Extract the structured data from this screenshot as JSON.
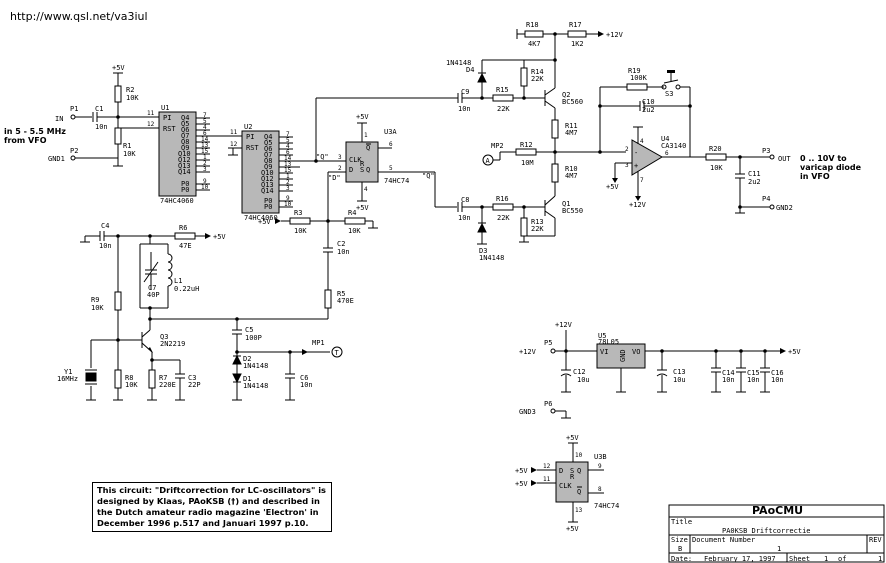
{
  "url": "http://www.qsl.net/va3iul",
  "input_note": [
    "in 5 - 5.5 MHz",
    "from VFO"
  ],
  "output_note": [
    "0 .. 10V to",
    "varicap diode",
    "in VFO"
  ],
  "components": {
    "U1": {
      "ref": "U1",
      "val": "74HC4060"
    },
    "U2": {
      "ref": "U2",
      "val": "74HC4060"
    },
    "U3A": {
      "ref": "U3A",
      "val": "74HC74"
    },
    "U3B": {
      "ref": "U3B",
      "val": "74HC74"
    },
    "U4": {
      "ref": "U4",
      "val": "CA3140"
    },
    "U5": {
      "ref": "U5",
      "val": "78L05"
    },
    "Q1": {
      "ref": "Q1",
      "val": "BC550"
    },
    "Q2": {
      "ref": "Q2",
      "val": "BC560"
    },
    "Q3": {
      "ref": "Q3",
      "val": "2N2219"
    },
    "Y1": {
      "ref": "Y1",
      "val": "16MHz"
    },
    "L1": {
      "ref": "L1",
      "val": "0.22uH"
    },
    "C1": {
      "ref": "C1",
      "val": "10n"
    },
    "C2": {
      "ref": "C2",
      "val": "10n"
    },
    "C3": {
      "ref": "C3",
      "val": "22P"
    },
    "C4": {
      "ref": "C4",
      "val": "10n"
    },
    "C5": {
      "ref": "C5",
      "val": "100P"
    },
    "C6": {
      "ref": "C6",
      "val": "10n"
    },
    "C7": {
      "ref": "C7",
      "val": "40P"
    },
    "C8": {
      "ref": "C8",
      "val": "10n"
    },
    "C9": {
      "ref": "C9",
      "val": "10n"
    },
    "C10": {
      "ref": "C10",
      "val": "2u2"
    },
    "C11": {
      "ref": "C11",
      "val": "2u2"
    },
    "C12": {
      "ref": "C12",
      "val": "10u"
    },
    "C13": {
      "ref": "C13",
      "val": "10u"
    },
    "C14": {
      "ref": "C14",
      "val": "10n"
    },
    "C15": {
      "ref": "C15",
      "val": "10n"
    },
    "C16": {
      "ref": "C16",
      "val": "10n"
    },
    "R1": {
      "ref": "R1",
      "val": "10K"
    },
    "R2": {
      "ref": "R2",
      "val": "10K"
    },
    "R3": {
      "ref": "R3",
      "val": "10K"
    },
    "R4": {
      "ref": "R4",
      "val": "10K"
    },
    "R5": {
      "ref": "R5",
      "val": "470E"
    },
    "R6": {
      "ref": "R6",
      "val": "47E"
    },
    "R7": {
      "ref": "R7",
      "val": "220E"
    },
    "R8": {
      "ref": "R8",
      "val": "10K"
    },
    "R9": {
      "ref": "R9",
      "val": "10K"
    },
    "R10": {
      "ref": "R10",
      "val": "4M7"
    },
    "R11": {
      "ref": "R11",
      "val": "4M7"
    },
    "R12": {
      "ref": "R12",
      "val": "10M"
    },
    "R13": {
      "ref": "R13",
      "val": "22K"
    },
    "R14": {
      "ref": "R14",
      "val": "22K"
    },
    "R15": {
      "ref": "R15",
      "val": "22K"
    },
    "R16": {
      "ref": "R16",
      "val": "22K"
    },
    "R17": {
      "ref": "R17",
      "val": "1K2"
    },
    "R18": {
      "ref": "R18",
      "val": "4K7"
    },
    "R19": {
      "ref": "R19",
      "val": "100K"
    },
    "R20": {
      "ref": "R20",
      "val": "10K"
    },
    "D1": {
      "ref": "D1",
      "val": "1N4148"
    },
    "D2": {
      "ref": "D2",
      "val": "1N4148"
    },
    "D3": {
      "ref": "D3",
      "val": "1N4148"
    },
    "D4": {
      "ref": "D4",
      "val": "1N4148"
    },
    "S3": {
      "ref": "S3"
    }
  },
  "ports": {
    "P1": "P1",
    "P2": "P2",
    "P3": "P3",
    "P4": "P4",
    "P5": "P5",
    "P6": "P6",
    "MP1": "MP1",
    "MP2": "MP2",
    "in": "IN",
    "gnd1": "GND1",
    "out": "OUT",
    "gnd2": "GND2",
    "gnd3": "GND3",
    "mp1_mark": "T",
    "mp2_mark": "A"
  },
  "rails": {
    "p5": "+5V",
    "p12": "+12V"
  },
  "ic_pins": {
    "u_left": [
      "PI",
      "RST"
    ],
    "u_right": [
      "Q4",
      "Q5",
      "Q6",
      "Q7",
      "Q8",
      "Q9",
      "Q10",
      "Q12",
      "Q13",
      "Q14",
      "",
      "P0",
      "P0"
    ],
    "u_right_nums": [
      "7",
      "5",
      "4",
      "6",
      "14",
      "13",
      "15",
      "1",
      "2",
      "3",
      "",
      "9",
      "10"
    ],
    "u_left_nums": [
      "11",
      "12"
    ],
    "ff_labels": [
      "D",
      "CLK",
      "Q",
      "Q",
      "S",
      "R"
    ],
    "u5_pins": [
      "VI",
      "VO",
      "GND"
    ]
  },
  "net_labels": {
    "q": "\"Q\"",
    "d": "\"D\"",
    "qbar": "\"Q\""
  },
  "note": "This circuit: \"Driftcorrection for LC-oscillators\" is designed by Klaas, PAoKSB (†) and described in the Dutch amateur radio magazine 'Electron' in December 1996 p.517  and  Januari 1997 p.10.",
  "title_block": {
    "company": "PAoCMU",
    "title_label": "Title",
    "title": "PA0KSB Driftcorrectie",
    "size_label": "Size",
    "size": "B",
    "docnum_label": "Document Number",
    "docnum": "1",
    "rev_label": "REV",
    "date_label": "Date:",
    "date": "February 17, 1997",
    "sheet_label": "Sheet",
    "sheet": "1",
    "of_label": "of",
    "sheets": "1"
  }
}
